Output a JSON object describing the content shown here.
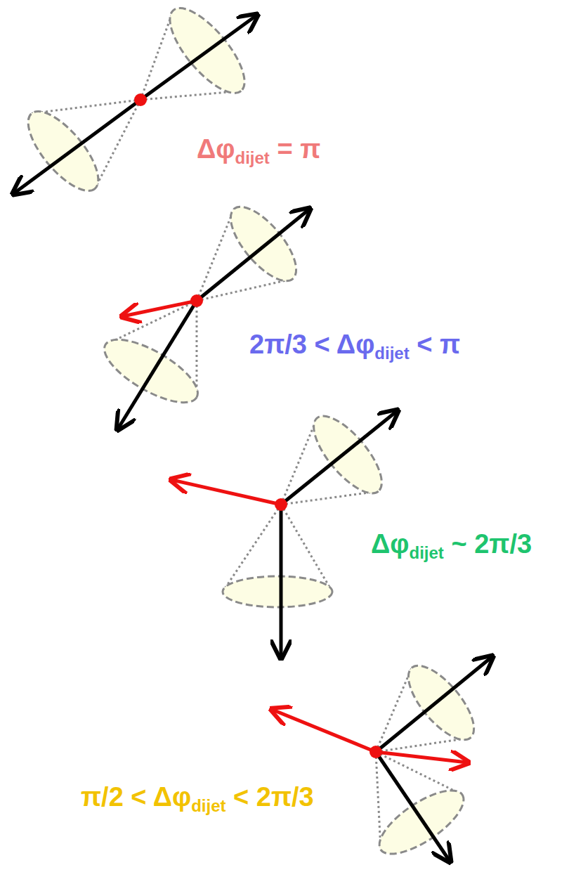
{
  "diagram": {
    "labels": [
      "Δφ",
      "dijet",
      " = π",
      "2π/3 < Δφ",
      "dijet",
      " < π",
      "Δφ",
      "dijet",
      " ~ 2π/3",
      "π/2 < Δφ",
      "dijet",
      " < 2π/3"
    ]
  }
}
